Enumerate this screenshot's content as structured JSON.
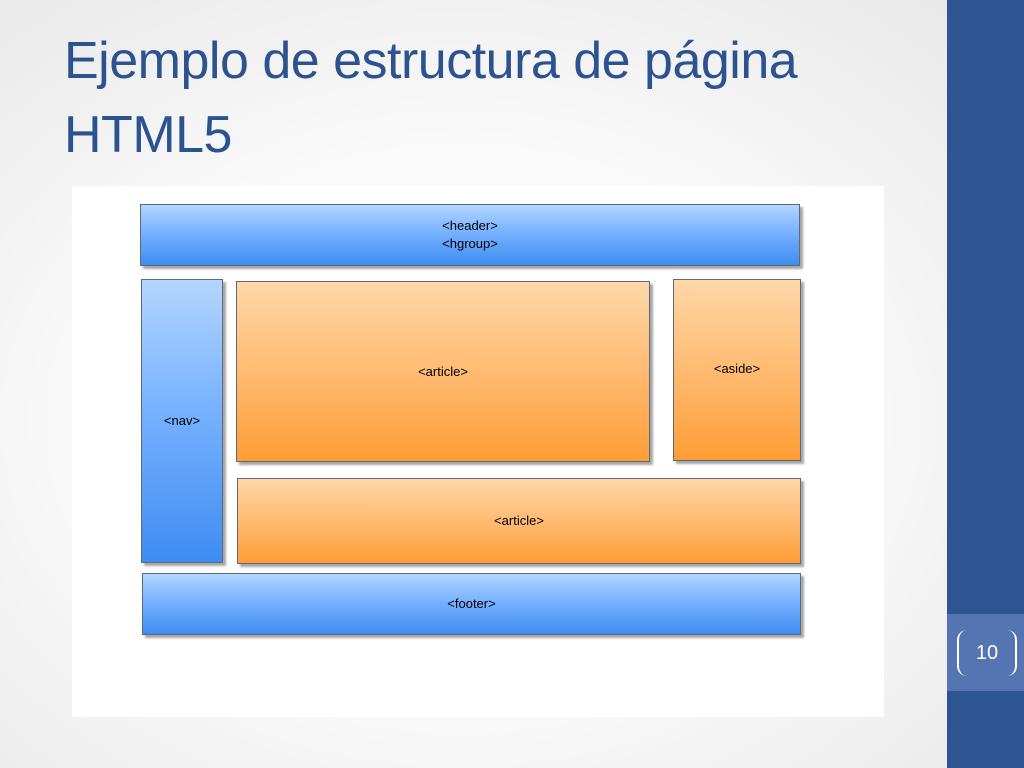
{
  "slide": {
    "title_line_1": "Ejemplo de estructura de página",
    "title_line_2": "HTML5",
    "page_number": "10"
  },
  "diagram": {
    "header": [
      "<header>",
      "<hgroup>"
    ],
    "nav": "<nav>",
    "article_main": "<article>",
    "aside": "<aside>",
    "article_secondary": "<article>",
    "footer": "<footer>"
  },
  "colors": {
    "title": "#2c5290",
    "sidebar": "#2d5592",
    "page_badge": "#5474b2",
    "semantic_box_blue": "#78b2ff",
    "content_box_orange": "#ffbb72"
  }
}
